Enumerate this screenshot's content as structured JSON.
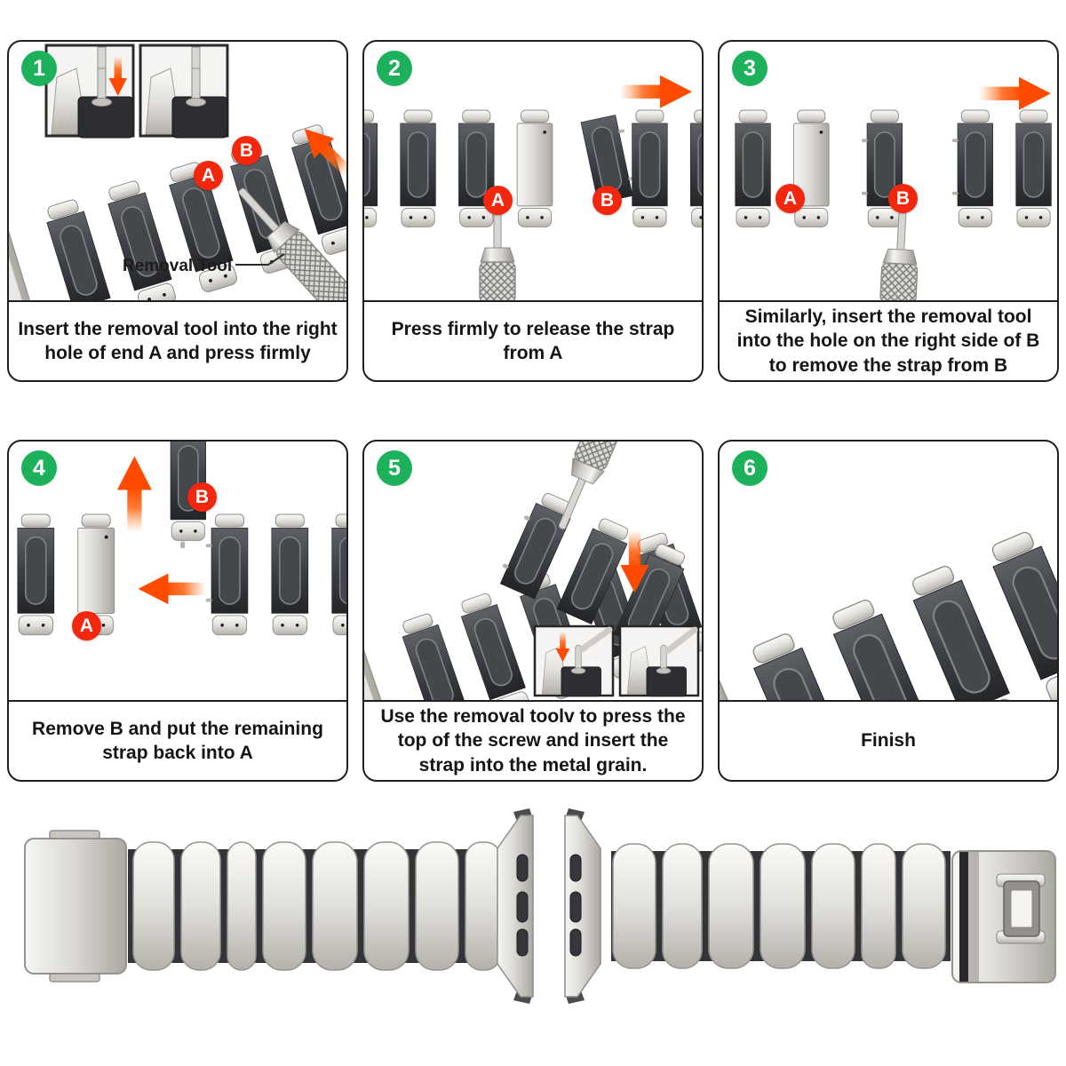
{
  "colors": {
    "background": "#ffffff",
    "panel_border": "#1f1f1f",
    "step_badge_green": "#1cb15a",
    "marker_red": "#f2270e",
    "arrow_orange": "#ff4a00",
    "caption_text": "#151515",
    "band_silver": "#d9d6d1",
    "band_dark_link": "#3c3f44"
  },
  "labels": {
    "a": "A",
    "b": "B"
  },
  "steps": [
    {
      "number": "1",
      "caption": "Insert the removal tool into the right hole of end A and press firmly",
      "tool_label": "Removal Tool"
    },
    {
      "number": "2",
      "caption": "Press firmly to release the strap from A"
    },
    {
      "number": "3",
      "caption": "Similarly, insert the removal tool into the hole on the right side of B to remove the strap from B"
    },
    {
      "number": "4",
      "caption": "Remove B and put the remaining strap back into A"
    },
    {
      "number": "5",
      "caption": "Use the removal toolv to press the top of the screw and insert the strap into the metal grain."
    },
    {
      "number": "6",
      "caption": "Finish"
    }
  ]
}
